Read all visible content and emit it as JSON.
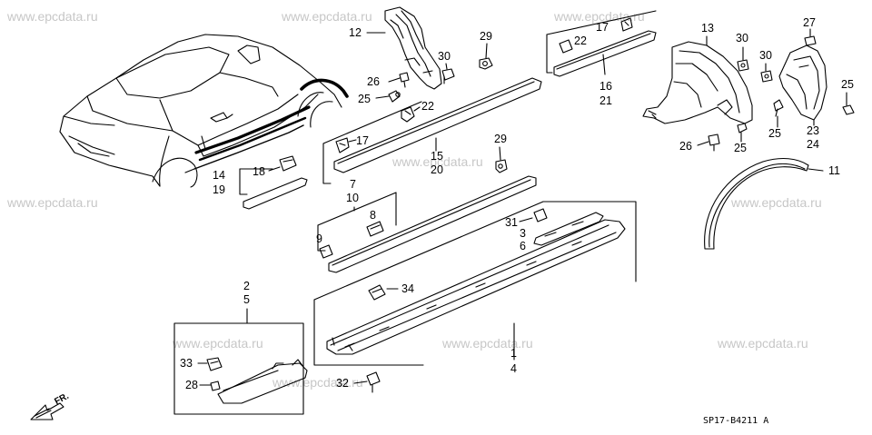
{
  "watermark": "www.epcdata.ru",
  "diagram_code": "SP17-B4211 A",
  "direction_label": "FR.",
  "callouts": {
    "c1": "1",
    "c2": "2",
    "c3": "3",
    "c4": "4",
    "c5": "5",
    "c6": "6",
    "c7": "7",
    "c8": "8",
    "c9": "9",
    "c10": "10",
    "c11": "11",
    "c12": "12",
    "c13": "13",
    "c14": "14",
    "c15": "15",
    "c16": "16",
    "c17": "17",
    "c18": "18",
    "c19": "19",
    "c20": "20",
    "c21": "21",
    "c22": "22",
    "c23": "23",
    "c24": "24",
    "c25": "25",
    "c26": "26",
    "c27": "27",
    "c28": "28",
    "c29": "29",
    "c30": "30",
    "c31": "31",
    "c32": "32",
    "c33": "33",
    "c34": "34"
  }
}
